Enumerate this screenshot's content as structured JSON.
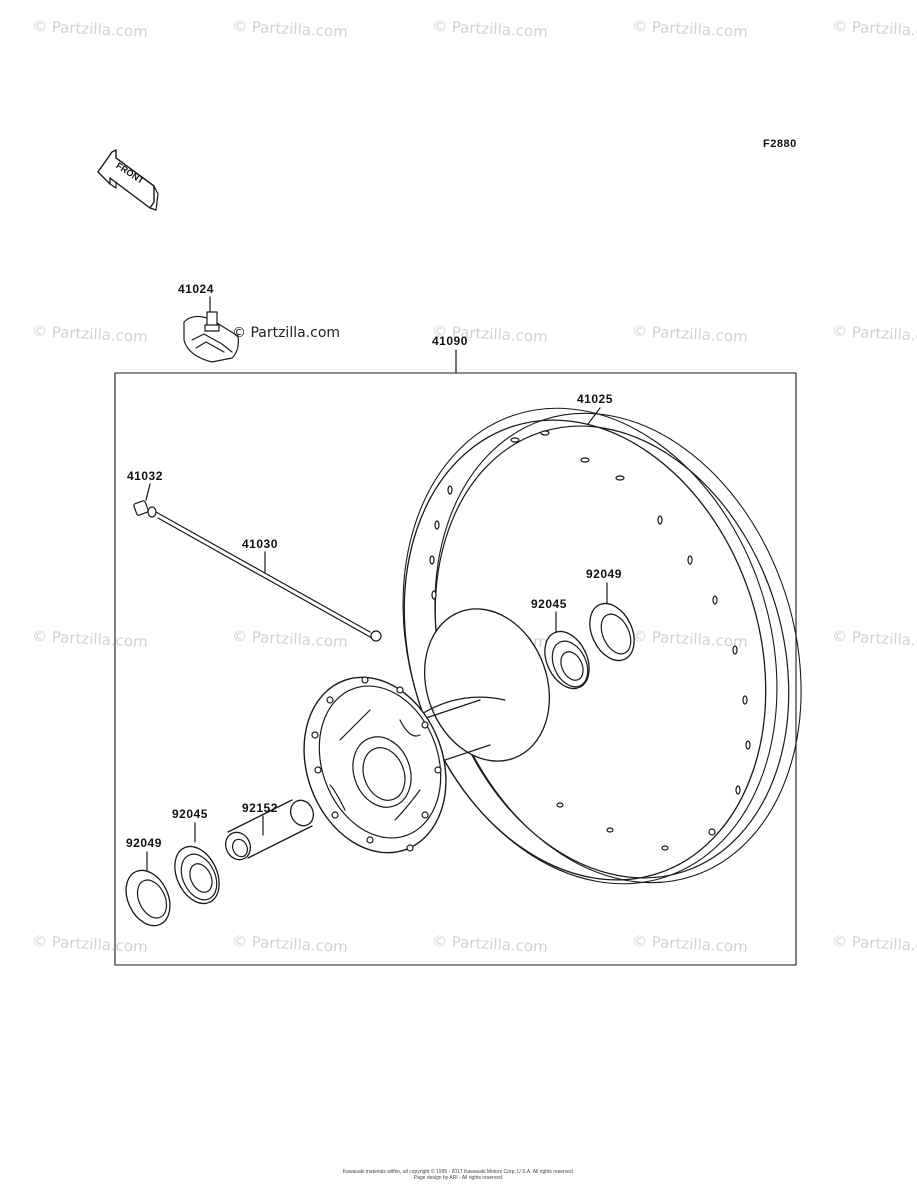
{
  "figure_code": "F2880",
  "front_arrow_label": "FRONT",
  "watermark": "© Partzilla.com",
  "inline_logo": "© Partzilla.com",
  "parts": {
    "valve_stem": "41024",
    "wheel_assembly": "41090",
    "rim": "41025",
    "spoke_nipple": "41032",
    "spoke": "41030",
    "oil_seal_right": "92049",
    "bearing_right": "92045",
    "spacer": "92152",
    "bearing_left": "92045",
    "oil_seal_left": "92049"
  },
  "footer": {
    "line1": "Kawasaki materials within, all copyright © 1995 - 2017 Kawasaki Motors Corp, U.S.A. All rights reserved.",
    "line2": "Page design by ARI - All rights reserved."
  },
  "colors": {
    "line": "#1a1a1a",
    "watermark": "#d2d2d2"
  }
}
